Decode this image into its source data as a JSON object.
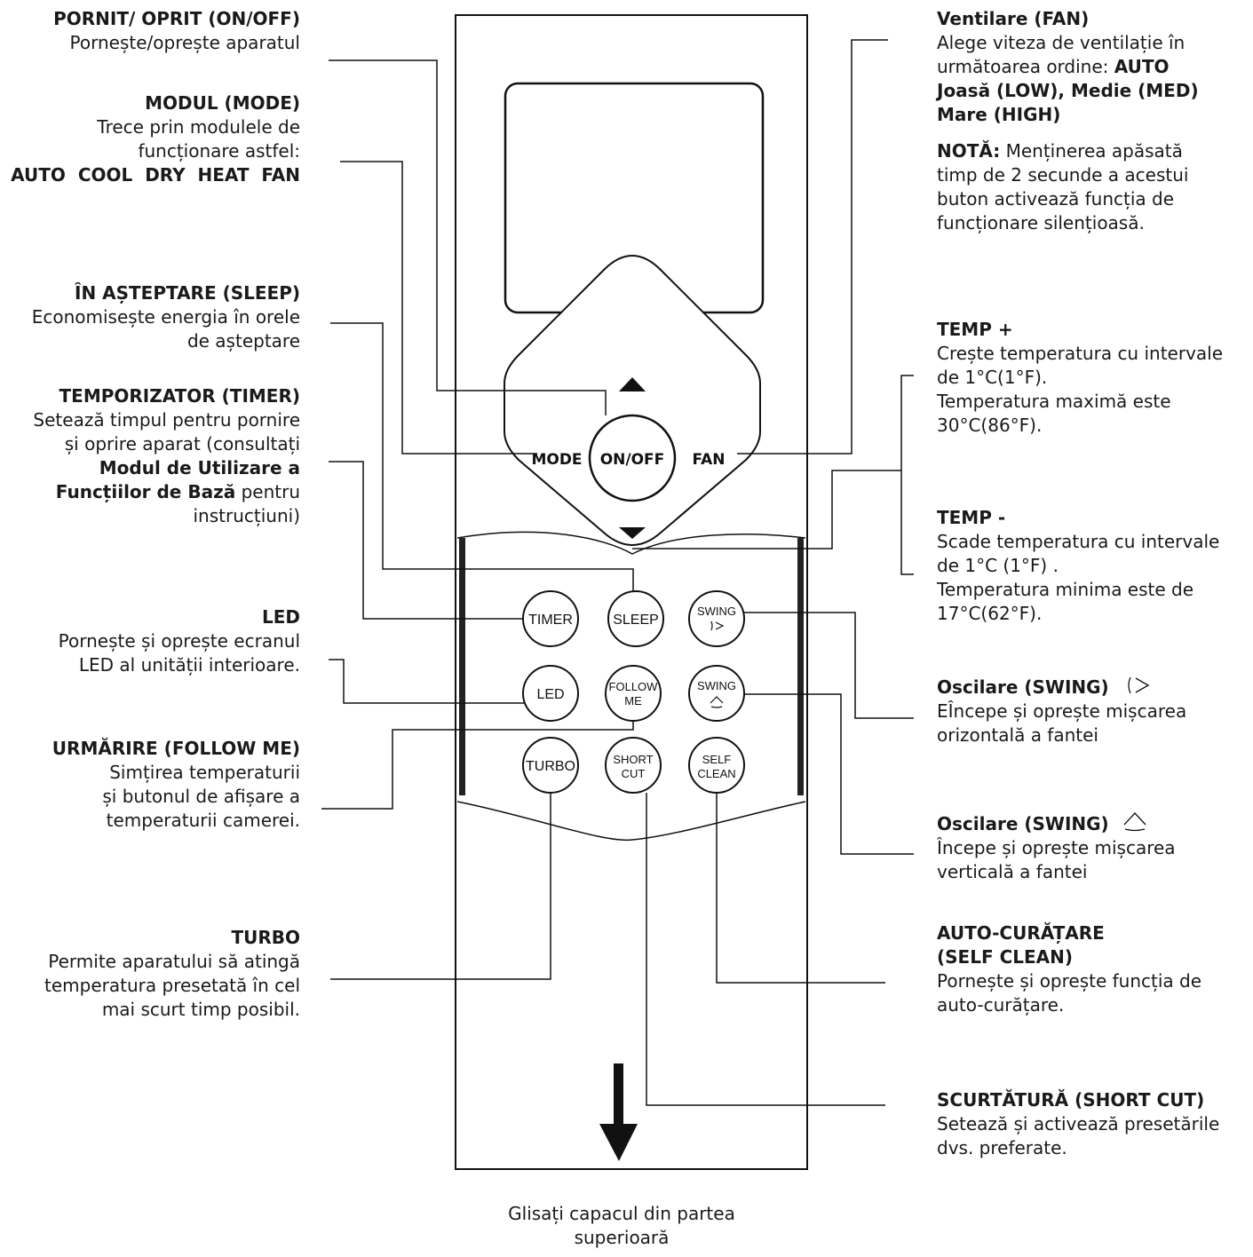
{
  "left_labels": {
    "onoff": {
      "title": "PORNIT/ OPRIT (ON/OFF)",
      "desc": "Pornește/oprește aparatul"
    },
    "mode": {
      "title": "MODUL (MODE)",
      "desc1": "Trece prin modulele de",
      "desc2": "funcționare astfel:",
      "modes": "AUTO  COOL  DRY  HEAT  FAN"
    },
    "sleep": {
      "title": "ÎN AȘTEPTARE (SLEEP)",
      "desc1": "Economisește energia în orele",
      "desc2": "de așteptare"
    },
    "timer": {
      "title": "TEMPORIZATOR (TIMER)",
      "desc1": "Setează timpul pentru pornire",
      "desc2": "și oprire aparat (consultați",
      "bold1": "Modul de Utilizare a",
      "bold2": "Funcțiilor de Bază",
      "desc3": " pentru",
      "desc4": "instrucțiuni)"
    },
    "led": {
      "title": "LED",
      "desc1": "Pornește și oprește ecranul",
      "desc2": "LED al unității interioare."
    },
    "follow": {
      "title": "URMĂRIRE (FOLLOW ME)",
      "desc1": "Simțirea temperaturii",
      "desc2": "și butonul de afișare a",
      "desc3": "temperaturii camerei."
    },
    "turbo": {
      "title": "TURBO",
      "desc1": "Permite aparatului să atingă",
      "desc2": "temperatura presetată în cel",
      "desc3": "mai scurt timp posibil."
    }
  },
  "right_labels": {
    "fan": {
      "title": "Ventilare (FAN)",
      "desc1": "Alege viteza de ventilație în",
      "desc2": "următoarea ordine: ",
      "bold1": "AUTO",
      "bold2": "Joasă (LOW), Medie (MED)",
      "bold3": "Mare (HIGH)",
      "note_label": "NOTĂ:",
      "note1": " Menținerea apăsată",
      "note2": "timp de 2 secunde a acestui",
      "note3": "buton activează funcția de",
      "note4": "funcționare silențioasă."
    },
    "temp_up": {
      "title": "TEMP +",
      "desc1": "Crește temperatura cu intervale",
      "desc2": "de 1°C(1°F).",
      "desc3": "Temperatura maximă este",
      "desc4": "30°C(86°F)."
    },
    "temp_down": {
      "title": "TEMP -",
      "desc1": "Scade temperatura cu intervale",
      "desc2": "de 1°C (1°F) .",
      "desc3": "Temperatura minima este de",
      "desc4": "17°C(62°F)."
    },
    "swing_h": {
      "title": "Oscilare (SWING)",
      "desc1": "EÎncepe și oprește mișcarea",
      "desc2": "orizontală a fantei"
    },
    "swing_v": {
      "title": "Oscilare (SWING)",
      "desc1": "Începe și oprește mișcarea",
      "desc2": "verticală a fantei"
    },
    "self_clean": {
      "title1": "AUTO-CURĂȚARE",
      "title2": "(SELF CLEAN)",
      "desc1": "Pornește și oprește funcția de",
      "desc2": "auto-curățare."
    },
    "shortcut": {
      "title": "SCURTĂTURĂ (SHORT CUT)",
      "desc1": "Setează și activează presetările",
      "desc2": "dvs. preferate."
    }
  },
  "remote": {
    "mode_btn": "MODE",
    "onoff_btn": "ON/OFF",
    "fan_btn": "FAN",
    "timer_btn": "TIMER",
    "sleep_btn": "SLEEP",
    "swing_btn": "SWING",
    "led_btn": "LED",
    "follow_btn_1": "FOLLOW",
    "follow_btn_2": "ME",
    "turbo_btn": "TURBO",
    "short_btn_1": "SHORT",
    "short_btn_2": "CUT",
    "self_btn_1": "SELF",
    "self_btn_2": "CLEAN"
  },
  "caption": {
    "line1": "Glisați capacul din partea",
    "line2": "superioară"
  }
}
